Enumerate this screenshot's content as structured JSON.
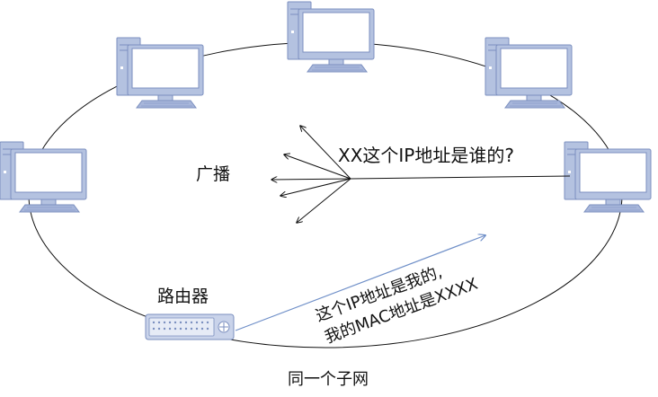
{
  "labels": {
    "broadcast": "广播",
    "question": "XX这个IP地址是谁的?",
    "router": "路由器",
    "reply_line1": "这个IP地址是我的,",
    "reply_line2": "我的MAC地址是XXXX",
    "subnet": "同一个子网"
  },
  "nodes": [
    {
      "id": "pc-top",
      "type": "computer"
    },
    {
      "id": "pc-upper-left",
      "type": "computer"
    },
    {
      "id": "pc-upper-right",
      "type": "computer"
    },
    {
      "id": "pc-left",
      "type": "computer"
    },
    {
      "id": "pc-right",
      "type": "computer",
      "role": "sender"
    },
    {
      "id": "router",
      "type": "router"
    }
  ],
  "colors": {
    "screen_border": "#7b8fbf",
    "screen_fill": "#ffffff",
    "case_fill": "#b4c2e0",
    "keyboard_fill": "#a7b6da",
    "router_fill": "#c9d3ea",
    "reply_arrow": "#6f8fc8",
    "line": "#111111"
  }
}
